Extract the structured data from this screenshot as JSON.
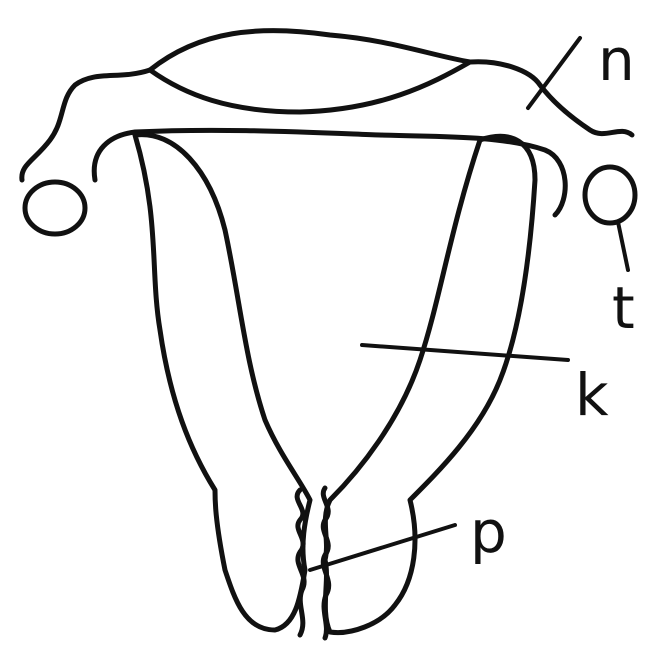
{
  "diagram": {
    "labels": {
      "n": "n",
      "t": "t",
      "k": "k",
      "p": "p"
    },
    "colors": {
      "ink": "#111111",
      "background": "#ffffff"
    }
  }
}
